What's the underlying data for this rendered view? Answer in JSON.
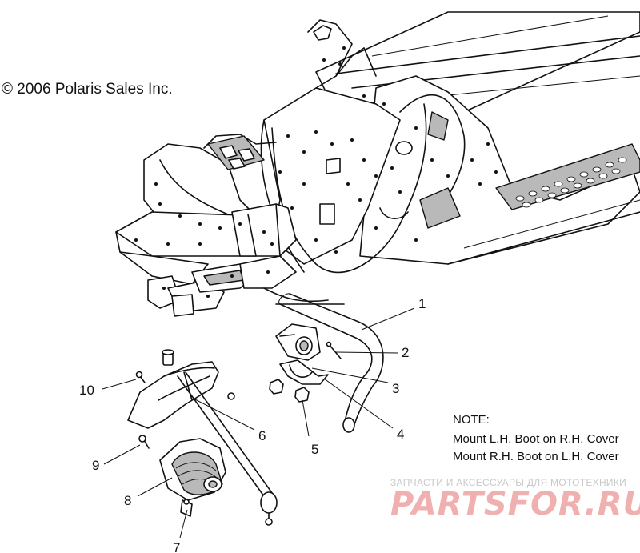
{
  "copyright": "© 2006 Polaris Sales Inc.",
  "callouts": [
    "1",
    "2",
    "3",
    "4",
    "5",
    "6",
    "7",
    "8",
    "9",
    "10"
  ],
  "note": {
    "heading": "NOTE:",
    "lines": [
      "Mount L.H. Boot on R.H. Cover",
      "Mount R.H. Boot on L.H. Cover"
    ]
  },
  "watermark": {
    "caption": "ЗАПЧАСТИ И АКСЕССУАРЫ ДЛЯ МОТОТЕХНИКИ",
    "logo": "PARTSFOR.RU",
    "color": "#f0b0b0"
  }
}
